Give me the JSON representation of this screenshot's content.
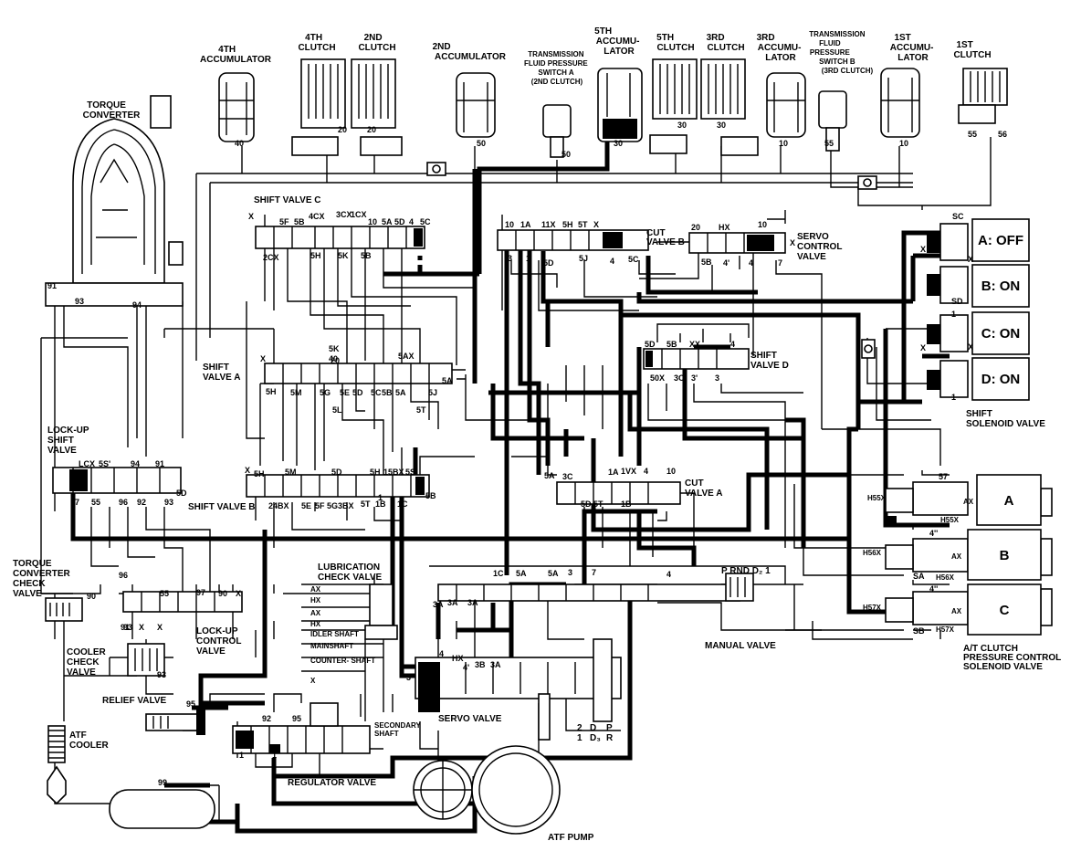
{
  "components": {
    "acc4": [
      "4TH",
      "ACCUMULATOR"
    ],
    "clutch4": [
      "4TH",
      "CLUTCH"
    ],
    "clutch2": [
      "2ND",
      "CLUTCH"
    ],
    "acc2": [
      "2ND",
      "ACCUMULATOR"
    ],
    "tfps_a": [
      "TRANSMISSION",
      "FLUID PRESSURE",
      "SWITCH A",
      "(2ND CLUTCH)"
    ],
    "acc5": [
      "5TH",
      "ACCUMU-",
      "LATOR"
    ],
    "clutch5": [
      "5TH",
      "CLUTCH"
    ],
    "clutch3": [
      "3RD",
      "CLUTCH"
    ],
    "acc3": [
      "3RD",
      "ACCUMU-",
      "LATOR"
    ],
    "tfps_b": [
      "TRANSMISSION",
      "FLUID",
      "PRESSURE",
      "SWITCH B",
      "(3RD CLUTCH)"
    ],
    "acc1": [
      "1ST",
      "ACCUMU-",
      "LATOR"
    ],
    "clutch1": [
      "1ST",
      "CLUTCH"
    ],
    "torque_converter": [
      "TORQUE",
      "CONVERTER"
    ],
    "shift_valve_c": "SHIFT VALVE C",
    "cut_valve_b": [
      "CUT",
      "VALVE B"
    ],
    "servo_control_valve": [
      "SERVO",
      "CONTROL",
      "VALVE"
    ],
    "shift_valve_a": [
      "SHIFT",
      "VALVE A"
    ],
    "shift_valve_d": [
      "SHIFT",
      "VALVE D"
    ],
    "lockup_shift_valve": [
      "LOCK-UP",
      "SHIFT",
      "VALVE"
    ],
    "shift_valve_b": "SHIFT VALVE B",
    "cut_valve_a": [
      "CUT",
      "VALVE A"
    ],
    "shift_solenoid_valve": [
      "SHIFT",
      "SOLENOID VALVE"
    ],
    "tc_check_valve": [
      "TORQUE",
      "CONVERTER",
      "CHECK",
      "VALVE"
    ],
    "lubrication_check_valve": [
      "LUBRICATION",
      "CHECK VALVE"
    ],
    "lockup_control_valve": [
      "LOCK-UP",
      "CONTROL",
      "VALVE"
    ],
    "cooler_check_valve": [
      "COOLER",
      "CHECK",
      "VALVE"
    ],
    "relief_valve": "RELIEF VALVE",
    "atf_cooler": [
      "ATF",
      "COOLER"
    ],
    "servo_valve": "SERVO VALVE",
    "regulator_valve": "REGULATOR VALVE",
    "secondary_shaft": [
      "SECONDARY",
      "SHAFT"
    ],
    "manual_valve": "MANUAL VALVE",
    "atf_pump": "ATF PUMP",
    "at_clutch_pcs": [
      "A/T CLUTCH",
      "PRESSURE CONTROL",
      "SOLENOID VALVE"
    ]
  },
  "solenoid_states": [
    "A: OFF",
    "B: ON",
    "C: ON",
    "D: ON"
  ],
  "pcs_solenoids": [
    "A",
    "B",
    "C"
  ],
  "pcs_port_labels": {
    "a": [
      "H55X",
      "AX",
      "H55X"
    ],
    "b": [
      "H56X",
      "AX",
      "H56X"
    ],
    "c": [
      "H57X",
      "AX",
      "H57X"
    ]
  },
  "lube_outlets": [
    "AX",
    "HX",
    "AX",
    "HX",
    "IDLER SHAFT",
    "MAINSHAFT",
    "COUNTER-\nSHAFT",
    "X"
  ],
  "manual_positions": "P  RND D₂ 1",
  "servo_positions": [
    "2",
    "D",
    "1",
    "D₃",
    "P",
    "R"
  ],
  "ports": {
    "svc": [
      "X",
      "5F",
      "5B",
      "4CX",
      "3CX",
      "1CX",
      "10",
      "5A",
      "5D",
      "4",
      "5C",
      "2CX",
      "5H",
      "5K",
      "5B"
    ],
    "cvb": [
      "10",
      "1A",
      "11X",
      "5H",
      "5T",
      "X",
      "3",
      "1",
      "5D",
      "5J",
      "4",
      "5C"
    ],
    "scv": [
      "20",
      "HX",
      "10",
      "5B",
      "4'",
      "4",
      "7",
      "X"
    ],
    "sva": [
      "X",
      "40",
      "5K",
      "20",
      "5AX",
      "5A",
      "5H",
      "5M",
      "5G",
      "5E",
      "5D",
      "5C",
      "5B",
      "5A",
      "5J",
      "5L",
      "5T"
    ],
    "svd": [
      "5D",
      "5B",
      "XX",
      "4",
      "50X",
      "3C",
      "3'",
      "3"
    ],
    "lsv": [
      "LCX",
      "5S'",
      "94",
      "91",
      "7",
      "55",
      "96",
      "92",
      "93",
      "5D"
    ],
    "svb": [
      "X",
      "5H",
      "5M",
      "5D",
      "5H",
      "15BX",
      "5S'",
      "24BX",
      "5E",
      "5F",
      "5G",
      "3BX",
      "5T",
      "1B",
      "1C",
      "5B",
      "1"
    ],
    "cva": [
      "5A",
      "3C",
      "1A",
      "1VX",
      "4",
      "10",
      "5D",
      "5T",
      "1B"
    ],
    "misc": [
      "91",
      "93",
      "94",
      "90",
      "96",
      "91",
      "55",
      "97",
      "90",
      "X",
      "93",
      "X",
      "X",
      "93",
      "95",
      "7",
      "92",
      "95",
      "1",
      "1",
      "99",
      "1C",
      "5A",
      "5A",
      "3",
      "7",
      "4",
      "1",
      "3A",
      "3A",
      "3A",
      "HX",
      "3B",
      "3A",
      "4",
      "4'",
      "3'",
      "40",
      "20",
      "20",
      "50",
      "50",
      "30",
      "30",
      "30",
      "10",
      "55",
      "10",
      "55",
      "56",
      "57",
      "4''",
      "4''",
      "SA",
      "SB",
      "SC",
      "SD",
      "1",
      "1",
      "X",
      "X",
      "X",
      "X"
    ]
  },
  "colors": {
    "line": "#000000",
    "background": "#ffffff"
  }
}
